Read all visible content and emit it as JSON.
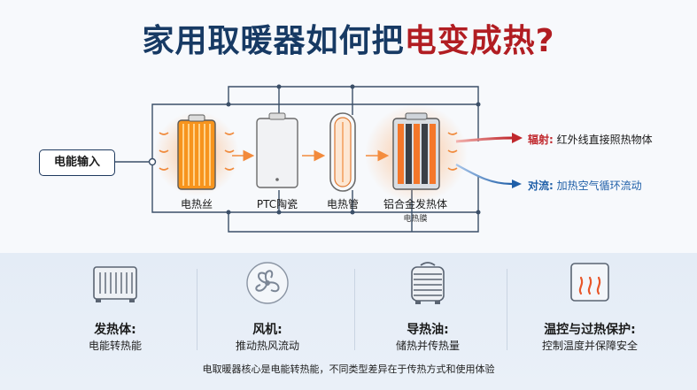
{
  "title": {
    "part1": "家用取暖器如何把",
    "part2": "电变成热?"
  },
  "input": {
    "label": "电能输入"
  },
  "components": [
    {
      "label": "电热丝",
      "icon": "heating-coil-icon"
    },
    {
      "label": "PTC陶瓷",
      "icon": "ptc-ceramic-icon"
    },
    {
      "label": "电热管",
      "icon": "heating-tube-icon"
    },
    {
      "label": "铝合金发热体",
      "sublabel": "电热膜",
      "icon": "aluminum-heater-icon"
    }
  ],
  "outputs": [
    {
      "key": "辐射:",
      "desc": "红外线直接照热物体",
      "color": "#c0282d"
    },
    {
      "key": "对流:",
      "desc": "加热空气循环流动",
      "color": "#1f5fa8"
    }
  ],
  "features": [
    {
      "title": "发热体:",
      "desc": "电能转热能",
      "icon": "radiator-icon"
    },
    {
      "title": "风机:",
      "desc": "推动热风流动",
      "icon": "fan-icon"
    },
    {
      "title": "导热油:",
      "desc": "储热并传热量",
      "icon": "oil-heater-icon"
    },
    {
      "title": "温控与过热保护:",
      "desc": "控制温度并保障安全",
      "icon": "thermostat-flame-icon"
    }
  ],
  "footer": "电取暖器核心是电能转热能，不同类型差异在于传热方式和使用体验",
  "colors": {
    "title": "#173a64",
    "accent": "#b11d22",
    "radiation": "#c0282d",
    "convection": "#1f5fa8",
    "wire": "#1f3a5f",
    "heat": "#f28a3c"
  }
}
